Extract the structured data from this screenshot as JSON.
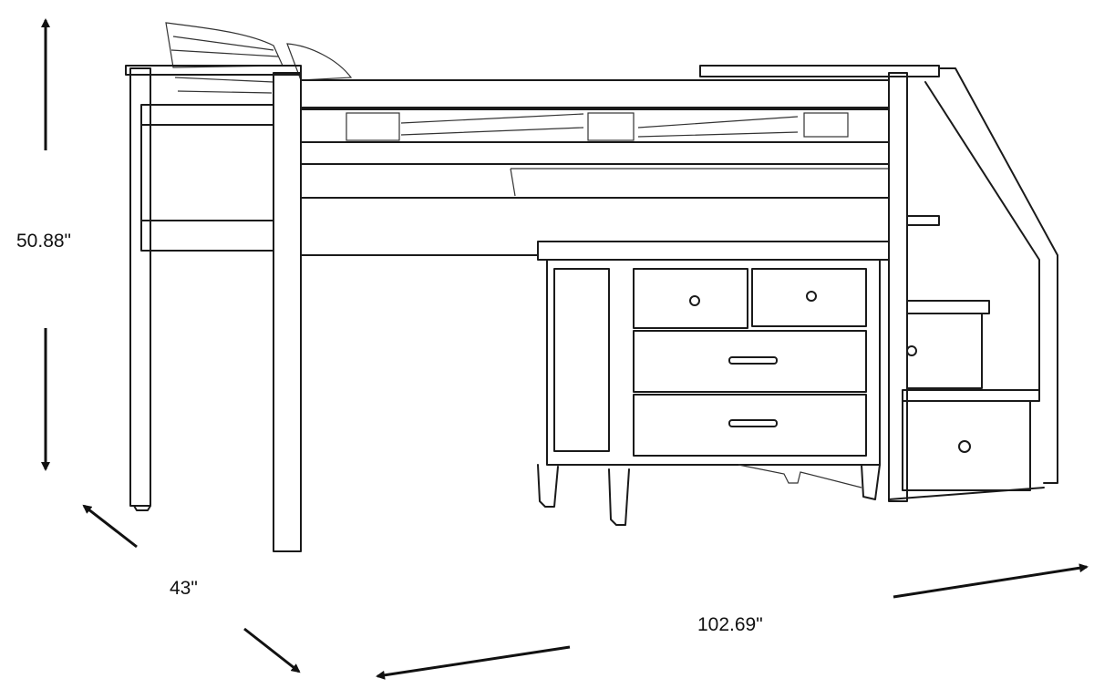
{
  "dimensions": {
    "height": "50.88\"",
    "depth": "43\"",
    "width": "102.69\""
  },
  "colors": {
    "line": "#1a1a1a",
    "background": "#ffffff"
  }
}
